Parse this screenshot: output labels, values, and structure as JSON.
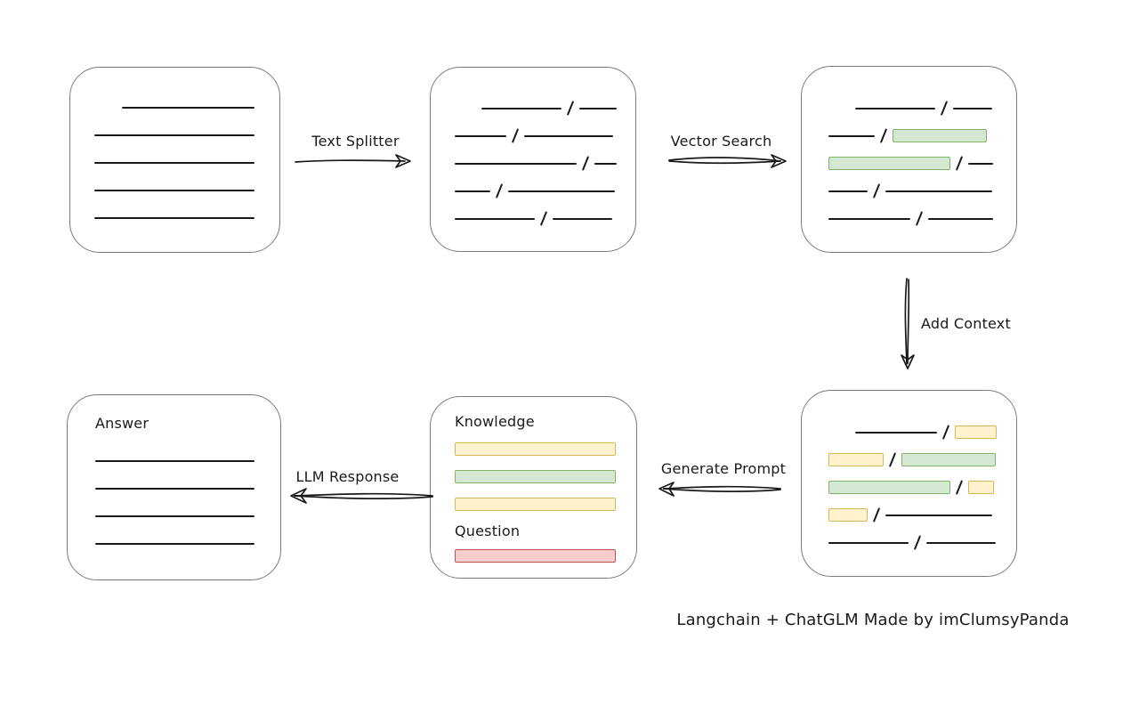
{
  "caption": "Langchain + ChatGLM Made by imClumsyPanda",
  "colors": {
    "green_fill": "#d5e8d4",
    "green_stroke": "#82b366",
    "yellow_fill": "#fff2cc",
    "yellow_stroke": "#d6b656",
    "red_fill": "#f8cecc",
    "red_stroke": "#b85450",
    "box_stroke": "#7b7b7b",
    "ink": "#1a1a1a"
  },
  "arrows": {
    "text_splitter": {
      "label": "Text Splitter",
      "direction": "right"
    },
    "vector_search": {
      "label": "Vector Search",
      "direction": "right"
    },
    "add_context": {
      "label": "Add Context",
      "direction": "down"
    },
    "generate_prompt": {
      "label": "Generate Prompt",
      "direction": "left"
    },
    "llm_response": {
      "label": "LLM Response",
      "direction": "left"
    }
  },
  "boxes": {
    "source_document": {
      "rows": [
        {
          "indent": 31,
          "segments": [
            {
              "type": "line",
              "width": 149
            }
          ]
        },
        {
          "segments": [
            {
              "type": "line",
              "width": 180
            }
          ]
        },
        {
          "segments": [
            {
              "type": "line",
              "width": 180
            }
          ]
        },
        {
          "segments": [
            {
              "type": "line",
              "width": 180
            }
          ]
        },
        {
          "segments": [
            {
              "type": "line",
              "width": 180
            }
          ]
        }
      ]
    },
    "split_chunks": {
      "rows": [
        {
          "indent": 30,
          "segments": [
            {
              "type": "line",
              "width": 90
            },
            {
              "type": "slash"
            },
            {
              "type": "line",
              "width": 42
            }
          ]
        },
        {
          "segments": [
            {
              "type": "line",
              "width": 58
            },
            {
              "type": "slash"
            },
            {
              "type": "line",
              "width": 100
            }
          ]
        },
        {
          "segments": [
            {
              "type": "line",
              "width": 137
            },
            {
              "type": "slash"
            },
            {
              "type": "line",
              "width": 25
            }
          ]
        },
        {
          "segments": [
            {
              "type": "line",
              "width": 40
            },
            {
              "type": "slash"
            },
            {
              "type": "line",
              "width": 120
            }
          ]
        },
        {
          "segments": [
            {
              "type": "line",
              "width": 90
            },
            {
              "type": "slash"
            },
            {
              "type": "line",
              "width": 67
            }
          ]
        }
      ]
    },
    "matched_chunks": {
      "rows": [
        {
          "indent": 30,
          "segments": [
            {
              "type": "line",
              "width": 90
            },
            {
              "type": "slash"
            },
            {
              "type": "line",
              "width": 44
            }
          ]
        },
        {
          "segments": [
            {
              "type": "line",
              "width": 52
            },
            {
              "type": "slash"
            },
            {
              "type": "bar",
              "color": "green",
              "width": 104
            }
          ]
        },
        {
          "segments": [
            {
              "type": "bar",
              "color": "green",
              "width": 135
            },
            {
              "type": "slash"
            },
            {
              "type": "line",
              "width": 28
            }
          ]
        },
        {
          "segments": [
            {
              "type": "line",
              "width": 44
            },
            {
              "type": "slash"
            },
            {
              "type": "line",
              "width": 120
            }
          ]
        },
        {
          "segments": [
            {
              "type": "line",
              "width": 92
            },
            {
              "type": "slash"
            },
            {
              "type": "line",
              "width": 73
            }
          ]
        }
      ]
    },
    "context_chunks": {
      "rows": [
        {
          "indent": 30,
          "segments": [
            {
              "type": "line",
              "width": 92
            },
            {
              "type": "slash"
            },
            {
              "type": "bar",
              "color": "yellow",
              "width": 45
            }
          ]
        },
        {
          "segments": [
            {
              "type": "bar",
              "color": "yellow",
              "width": 60
            },
            {
              "type": "slash"
            },
            {
              "type": "bar",
              "color": "green",
              "width": 104
            }
          ]
        },
        {
          "segments": [
            {
              "type": "bar",
              "color": "green",
              "width": 135
            },
            {
              "type": "slash"
            },
            {
              "type": "bar",
              "color": "yellow",
              "width": 27
            }
          ]
        },
        {
          "segments": [
            {
              "type": "bar",
              "color": "yellow",
              "width": 42
            },
            {
              "type": "slash"
            },
            {
              "type": "line",
              "width": 120
            }
          ]
        },
        {
          "segments": [
            {
              "type": "line",
              "width": 90
            },
            {
              "type": "slash"
            },
            {
              "type": "line",
              "width": 78
            }
          ]
        }
      ]
    },
    "prompt": {
      "knowledge_label": "Knowledge",
      "knowledge_rows": [
        {
          "segments": [
            {
              "type": "bar",
              "color": "yellow",
              "width": 179
            }
          ]
        },
        {
          "segments": [
            {
              "type": "bar",
              "color": "green",
              "width": 179
            }
          ]
        },
        {
          "segments": [
            {
              "type": "bar",
              "color": "yellow",
              "width": 179
            }
          ]
        }
      ],
      "question_label": "Question",
      "question_rows": [
        {
          "segments": [
            {
              "type": "bar",
              "color": "red",
              "width": 179
            }
          ]
        }
      ]
    },
    "answer": {
      "label": "Answer",
      "rows": [
        {
          "segments": [
            {
              "type": "line",
              "width": 179
            }
          ]
        },
        {
          "segments": [
            {
              "type": "line",
              "width": 179
            }
          ]
        },
        {
          "segments": [
            {
              "type": "line",
              "width": 179
            }
          ]
        },
        {
          "segments": [
            {
              "type": "line",
              "width": 179
            }
          ]
        }
      ]
    }
  }
}
